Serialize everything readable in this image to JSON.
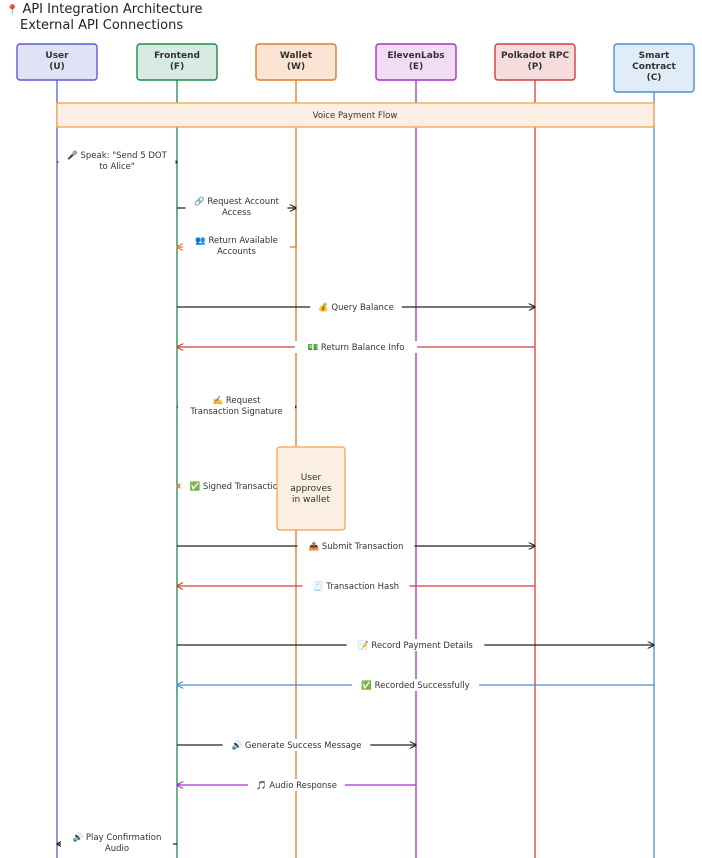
{
  "title": {
    "line1": "API Integration Architecture",
    "line2": "External API Connections",
    "icon": "pin-icon"
  },
  "participants": [
    {
      "id": "U",
      "lines": [
        "User",
        "(U)"
      ],
      "fill": "#e2e2f7",
      "stroke": "#5b5bd6",
      "life": "#5b5bd6"
    },
    {
      "id": "F",
      "lines": [
        "Frontend",
        "(F)"
      ],
      "fill": "#d7ebe2",
      "stroke": "#1e8a4c",
      "life": "#1e8a4c"
    },
    {
      "id": "W",
      "lines": [
        "Wallet",
        "(W)"
      ],
      "fill": "#fbe5d2",
      "stroke": "#e07a2a",
      "life": "#e07a2a"
    },
    {
      "id": "E",
      "lines": [
        "ElevenLabs",
        "(E)"
      ],
      "fill": "#f2dcf3",
      "stroke": "#a432c7",
      "life": "#a432c7"
    },
    {
      "id": "P",
      "lines": [
        "Polkadot RPC",
        "(P)"
      ],
      "fill": "#f6dcdc",
      "stroke": "#d43d3d",
      "life": "#d43d3d"
    },
    {
      "id": "C",
      "lines": [
        "Smart",
        "Contract",
        "(C)"
      ],
      "fill": "#e0edf9",
      "stroke": "#4b8fd6",
      "life": "#4b8fd6"
    }
  ],
  "section": {
    "label": "Voice Payment Flow",
    "fill": "#fbefe3",
    "stroke": "#f0a54a"
  },
  "messages": [
    {
      "from": "U",
      "to": "F",
      "lines": [
        "🎤 Speak: \"Send 5 DOT",
        "to Alice\""
      ],
      "color": "#222"
    },
    {
      "from": "F",
      "to": "W",
      "lines": [
        "🔗 Request Account",
        "Access"
      ],
      "color": "#222"
    },
    {
      "from": "W",
      "to": "F",
      "lines": [
        "👥 Return Available",
        "Accounts"
      ],
      "color": "#e07a2a"
    },
    {
      "from": "F",
      "to": "P",
      "lines": [
        "💰 Query Balance"
      ],
      "color": "#222"
    },
    {
      "from": "P",
      "to": "F",
      "lines": [
        "💵 Return Balance Info"
      ],
      "color": "#d43d3d"
    },
    {
      "from": "F",
      "to": "W",
      "lines": [
        "✍️ Request",
        "Transaction Signature"
      ],
      "color": "#222"
    },
    {
      "from": "W",
      "to": "F",
      "lines": [
        "✅ Signed Transaction"
      ],
      "color": "#e07a2a"
    },
    {
      "from": "F",
      "to": "P",
      "lines": [
        "📤 Submit Transaction"
      ],
      "color": "#222"
    },
    {
      "from": "P",
      "to": "F",
      "lines": [
        "🧾 Transaction Hash"
      ],
      "color": "#d43d3d"
    },
    {
      "from": "F",
      "to": "C",
      "lines": [
        "📝 Record Payment Details"
      ],
      "color": "#222"
    },
    {
      "from": "C",
      "to": "F",
      "lines": [
        "✅ Recorded Successfully"
      ],
      "color": "#4b8fd6"
    },
    {
      "from": "F",
      "to": "E",
      "lines": [
        "🔊 Generate Success Message"
      ],
      "color": "#222"
    },
    {
      "from": "E",
      "to": "F",
      "lines": [
        "🎵 Audio Response"
      ],
      "color": "#a432c7"
    },
    {
      "from": "F",
      "to": "U",
      "lines": [
        "🔊 Play Confirmation",
        "Audio"
      ],
      "color": "#222"
    }
  ],
  "note": {
    "over": "W",
    "lines": [
      "User",
      "approves",
      "in wallet"
    ],
    "fill": "#fbefe3",
    "stroke": "#f0a54a"
  }
}
